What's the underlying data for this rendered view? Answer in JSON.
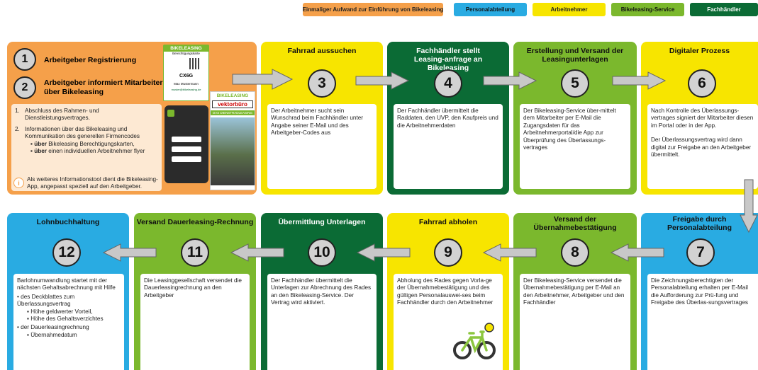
{
  "legend": {
    "einmalig": "Einmaliger Aufwand zur Einführung von Bikeleasing",
    "personal": "Personalabteilung",
    "arbeitnehmer": "Arbeitnehmer",
    "service": "Bikeleasing-Service",
    "fachhaendler": "Fachhändler"
  },
  "colors": {
    "orange": "#f5a04a",
    "blue": "#29abe2",
    "yellow": "#f7e500",
    "lightgreen": "#7bb82d",
    "darkgreen": "#0b6b35"
  },
  "step12": {
    "num1": "1",
    "title1": "Arbeitgeber Registrierung",
    "num2": "2",
    "title2a": "Arbeitgeber informiert Mitarbeiter",
    "title2b": "über Bikeleasing",
    "item1": "Abschluss des Rahmen- und Dienstleistungsvertrages.",
    "item2": "Informationen über das Bikeleasing und Kommunikation des generellen Firmencodes",
    "sub1_bold": "über",
    "sub1_rest": " Bikeleasing Berechtigungskarten,",
    "sub2_bold": "über",
    "sub2_rest": " einen individuellen Arbeitnehmer flyer",
    "info": "Als weiteres Informationstool dient die Bikeleasing-App, angepasst speziell auf den Arbeitgeber.",
    "card_title": "BIKELEASING",
    "card_sub": "Berechtigungskarte",
    "card_code": "CX6G",
    "card_name": "Max Mustermann",
    "card_email": "muster@bikeleasing.de",
    "flyer_title": "BIKELEASING",
    "flyer_brand": "vektorbüro",
    "flyer_banner": "DAS DIENSTRADLEASING"
  },
  "steps": [
    {
      "num": "3",
      "title": "Fahrrad aussuchen",
      "text": "Der Arbeitnehmer sucht sein Wunschrad beim Fachhändler unter Angabe seiner E-Mail und des Arbeitgeber-Codes aus"
    },
    {
      "num": "4",
      "title": "Fachhändler stellt Leasing-anfrage an Bikeleasing",
      "text": "Der Fachhändler übermittelt die Raddaten, den UVP, den Kaufpreis und die Arbeitnehmerdaten"
    },
    {
      "num": "5",
      "title": "Erstellung und Versand der Leasingunterlagen",
      "text": "Der Bikeleasing-Service über-mittelt dem Mitarbeiter per E-Mail die Zugangsdaten für das Arbeitnehmerportal/die App zur Überprüfung des Überlassungs-vertrages"
    },
    {
      "num": "6",
      "title": "Digitaler Prozess",
      "text": "Nach Kontrolle des Überlassungs-vertrages signiert der Mitarbeiter diesen im Portal oder in der App.",
      "text2": "Der Überlassungsvertrag wird dann digital zur Freigabe an den Arbeitgeber übermittelt."
    },
    {
      "num": "7",
      "title": "Freigabe durch Personalabteilung",
      "text": "Die Zeichnungsberechtigten der Personalabteilung erhalten per E-Mail die Aufforderung zur Prü-fung und Freigabe des Überlas-sungsvertrages"
    },
    {
      "num": "8",
      "title": "Versand der Übernahmebestätigung",
      "text": "Der Bikeleasing-Service versendet die Übernahmebestätigung per E-Mail an den Arbeitnehmer, Arbeitgeber und den Fachhändler"
    },
    {
      "num": "9",
      "title": "Fahrrad abholen",
      "text": "Abholung des Rades gegen Vorla-ge der Übernahmebestätigung und des gültigen Personalauswei-ses beim Fachhändler durch den Arbeitnehmer"
    },
    {
      "num": "10",
      "title": "Übermittlung Unterlagen",
      "text": "Der Fachhändler übermittelt die Unterlagen zur Abrechnung des Rades an den Bikeleasing-Service. Der Vertrag wird aktiviert."
    },
    {
      "num": "11",
      "title": "Versand Dauerleasing-Rechnung",
      "text": "Die Leasinggesellschaft versendet die Dauerleasingrechnung an den Arbeitgeber"
    },
    {
      "num": "12",
      "title": "Lohnbuchhaltung",
      "text": "Barlohnumwandlung startet mit der nächsten Gehaltsabrechnung mit Hilfe",
      "b1": "des Deckblattes zum Überlassungsvertrag",
      "b1a": "Höhe geldwerter Vorteil,",
      "b1b": "Höhe des Gehaltsverzichtes",
      "b2": "der Dauerleasingrechnung",
      "b2a": "Übernahmedatum"
    }
  ]
}
